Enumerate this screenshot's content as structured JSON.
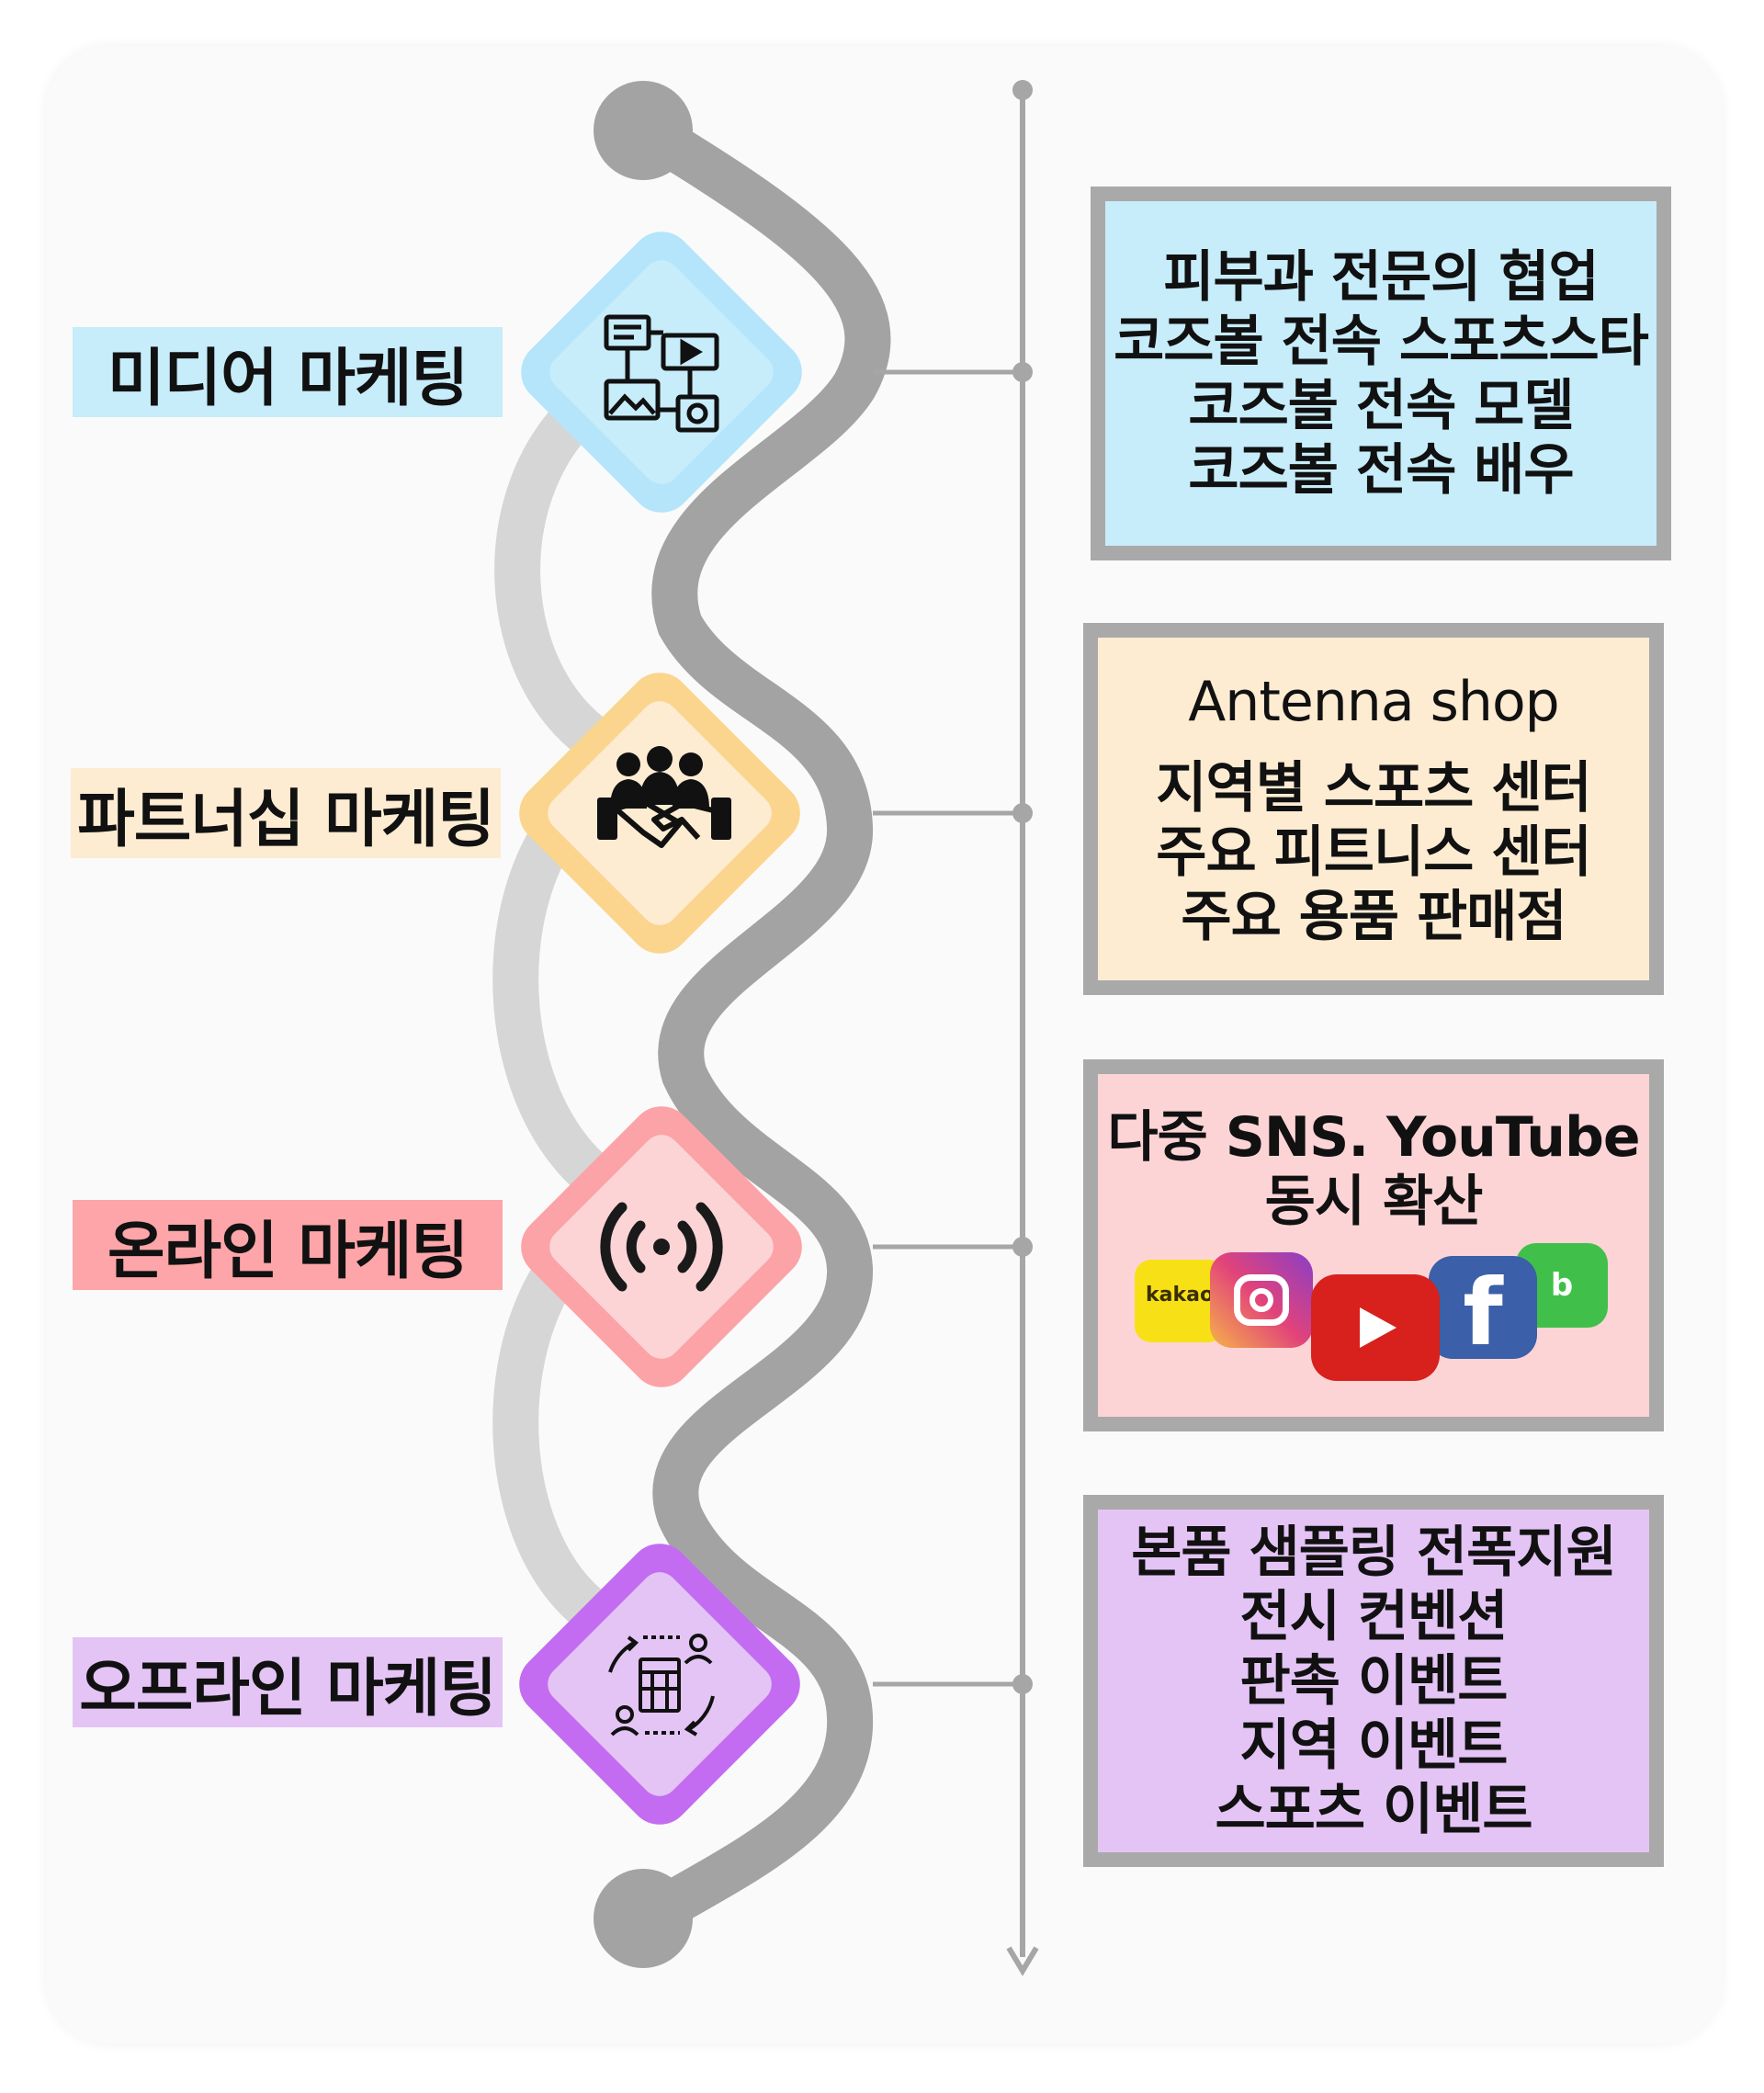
{
  "sections": [
    {
      "label": "미디어 마케팅",
      "icon": "media-workflow-icon",
      "color": "#c7ecfa",
      "accent": "#b4e5fb",
      "lines": [
        "피부과 전문의 협업",
        "코즈볼 전속 스포츠스타",
        "코즈볼 전속 모델",
        "코즈볼 전속 배우"
      ]
    },
    {
      "label": "파트너십 마케팅",
      "icon": "handshake-team-icon",
      "color": "#fdecd2",
      "accent": "#fbd58e",
      "title": "Antenna shop",
      "lines": [
        "지역별 스포츠 센터",
        "주요 피트니스 센터",
        "주요 용품 판매점"
      ]
    },
    {
      "label": "온라인 마케팅",
      "icon": "broadcast-signal-icon",
      "color": "#fdd4d6",
      "accent": "#fba3a6",
      "lines": [
        "다중 SNS. YouTube",
        "동시 확산"
      ],
      "sns": [
        {
          "name": "kakao",
          "text": "kakao"
        },
        {
          "name": "instagram"
        },
        {
          "name": "youtube"
        },
        {
          "name": "facebook",
          "text": "f"
        },
        {
          "name": "band",
          "text": "b"
        }
      ]
    },
    {
      "label": "오프라인 마케팅",
      "icon": "offline-store-cycle-icon",
      "color": "#e3c4f5",
      "accent": "#c46cf1",
      "lines": [
        "본품 샘플링 전폭지원",
        "전시 컨벤션",
        "판촉 이벤트",
        "지역 이벤트",
        "스포츠 이벤트"
      ]
    }
  ],
  "colors": {
    "road": "#a3a3a3",
    "road_light": "#d6d6d6",
    "axis": "#a6a6a6"
  }
}
